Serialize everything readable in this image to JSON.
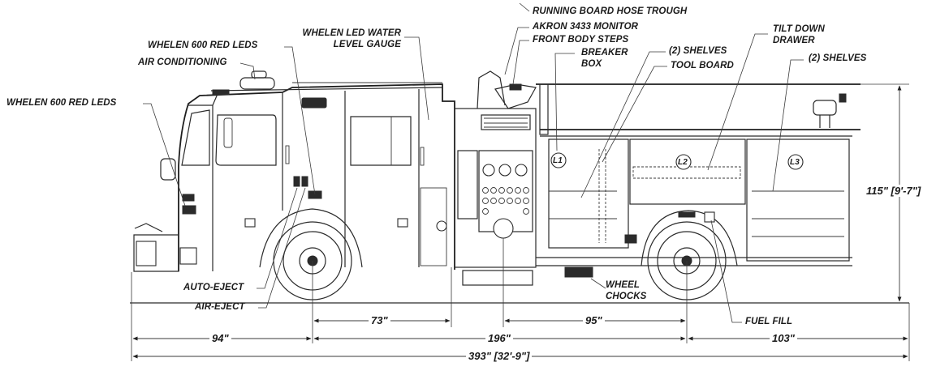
{
  "callouts": {
    "running_board_hose_trough": "RUNNING BOARD HOSE TROUGH",
    "akron_monitor": "AKRON 3433 MONITOR",
    "front_body_steps": "FRONT BODY STEPS",
    "whelen_600_red_leds_top": "WHELEN 600 RED LEDS",
    "whelen_led_water_level_gauge": [
      "WHELEN LED WATER",
      "LEVEL GAUGE"
    ],
    "breaker_box": [
      "BREAKER",
      "BOX"
    ],
    "shelves_left": "(2) SHELVES",
    "tool_board": "TOOL BOARD",
    "tilt_down_drawer": [
      "TILT DOWN",
      "DRAWER"
    ],
    "shelves_right": "(2) SHELVES",
    "air_conditioning": "AIR CONDITIONING",
    "whelen_600_red_leds_left": "WHELEN 600 RED LEDS",
    "auto_eject": "AUTO-EJECT",
    "air_eject": "AIR-EJECT",
    "wheel_chocks": [
      "WHEEL",
      "CHOCKS"
    ],
    "fuel_fill": "FUEL FILL"
  },
  "compartments": {
    "l1": "L1",
    "l2": "L2",
    "l3": "L3"
  },
  "dimensions": {
    "height": "115\" [9'-7\"]",
    "cab_overhang": "73\"",
    "pump_to_rear_axle": "95\"",
    "front_to_axle": "94\"",
    "wheelbase": "196\"",
    "rear_overhang": "103\"",
    "overall_length": "393\" [32'-9\"]"
  }
}
